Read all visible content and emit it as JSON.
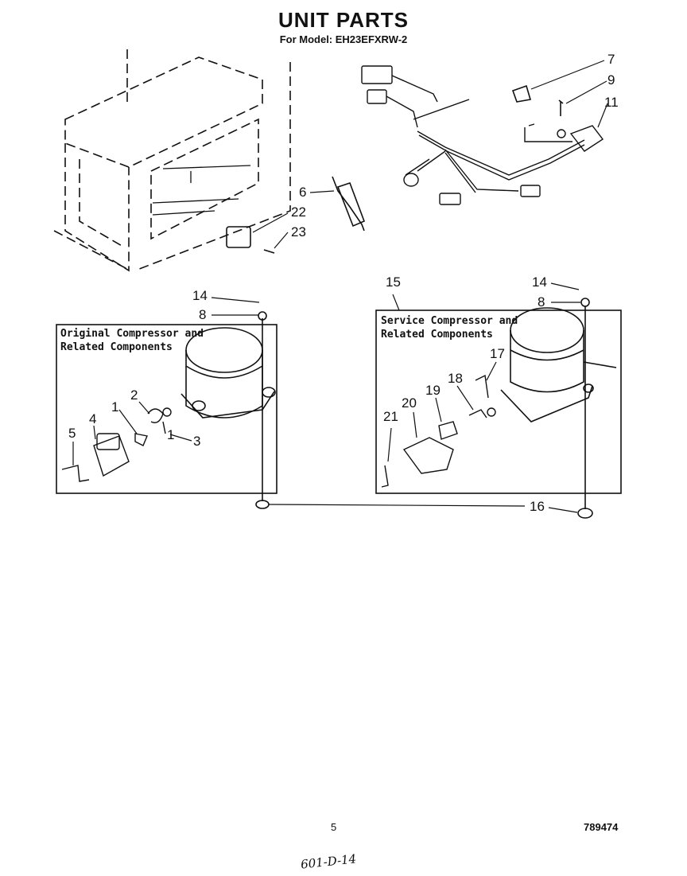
{
  "header": {
    "title": "UNIT PARTS",
    "subtitle": "For Model: EH23EFXRW-2"
  },
  "groups": {
    "original_box": {
      "line1": "Original Compressor and",
      "line2": "Related Components"
    },
    "service_box": {
      "line1": "Service Compressor and",
      "line2": "Related Components"
    }
  },
  "callouts": {
    "n7": "7",
    "n9": "9",
    "n11": "11",
    "n6": "6",
    "n22": "22",
    "n23": "23",
    "n14_left": "14",
    "n8_left": "8",
    "n2": "2",
    "n1a": "1",
    "n1b": "1",
    "n3": "3",
    "n4": "4",
    "n5": "5",
    "n15": "15",
    "n14_right": "14",
    "n8_right": "8",
    "n17": "17",
    "n18": "18",
    "n19": "19",
    "n20": "20",
    "n21": "21",
    "n16": "16"
  },
  "footer": {
    "page_number": "5",
    "document_number": "789474",
    "handwritten_note": "601-D-14"
  }
}
